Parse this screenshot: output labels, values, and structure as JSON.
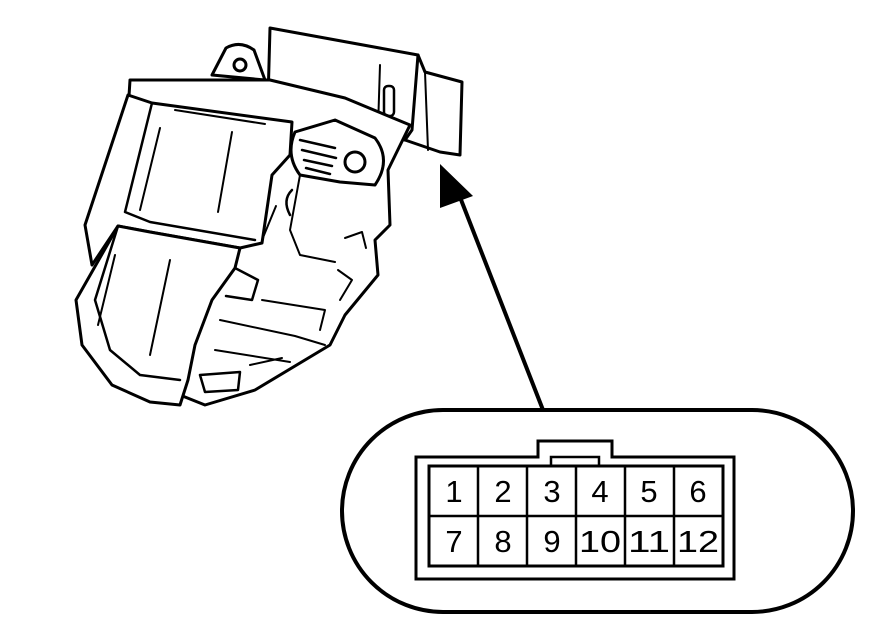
{
  "diagram": {
    "illustration": "window-switch-assembly",
    "pointer": "arrow-to-harness-connector",
    "connector": {
      "row1": [
        "1",
        "2",
        "3",
        "4",
        "5",
        "6"
      ],
      "row2": [
        "7",
        "8",
        "9",
        "10",
        "11",
        "12"
      ]
    },
    "colors": {
      "line": "#000000",
      "background": "#ffffff"
    }
  }
}
